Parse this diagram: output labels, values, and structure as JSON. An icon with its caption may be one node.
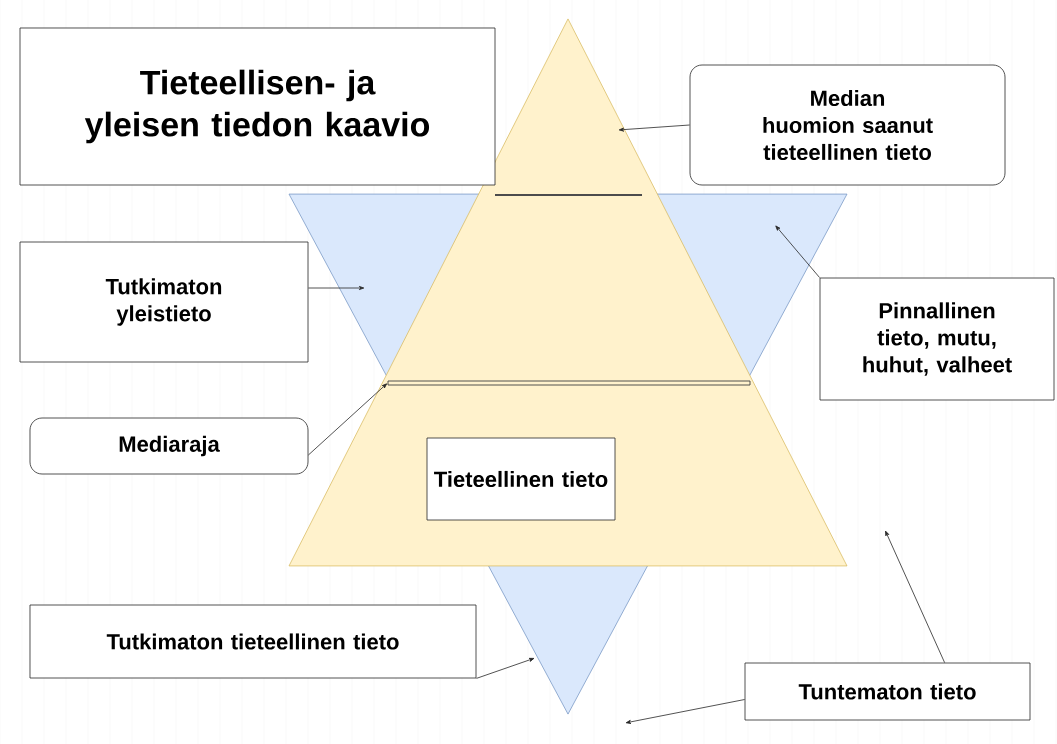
{
  "diagram": {
    "nodes": [
      {
        "text": [
          "Tieteellisen- ja yleisen tiedon kaavio"
        ]
      },
      {
        "text": [],
        "shape": "triangle"
      },
      {
        "text": [],
        "shape": "triangle"
      },
      {
        "text": [
          "Median huomion saanut tieteellinen tieto"
        ]
      },
      {
        "text": [
          "Tutkimaton yleistieto"
        ]
      },
      {
        "text": [
          "Pinnallinen tieto, mutu, huhut, valheet"
        ]
      },
      {
        "text": [],
        "shape": "bar"
      },
      {
        "text": [
          "Mediaraja"
        ]
      },
      {
        "text": [
          "Tieteellinen tieto"
        ]
      },
      {
        "text": [
          "Tutkimaton tieteellinen tieto"
        ]
      },
      {
        "text": [
          "Tuntematon tieto"
        ]
      }
    ],
    "edges": [
      {
        "from": 3,
        "to": 2,
        "arrow": "to"
      },
      {
        "from": 4,
        "to": 1,
        "arrow": "to"
      },
      {
        "from": 5,
        "to": 1,
        "arrow": "to"
      },
      {
        "from": 7,
        "to": 6,
        "arrow": "to"
      },
      {
        "from": 9,
        "to": 1,
        "arrow": "to"
      },
      {
        "from": 10,
        "to": null,
        "arrow": "to"
      },
      {
        "from": 10,
        "to": null,
        "arrow": "to"
      }
    ]
  }
}
